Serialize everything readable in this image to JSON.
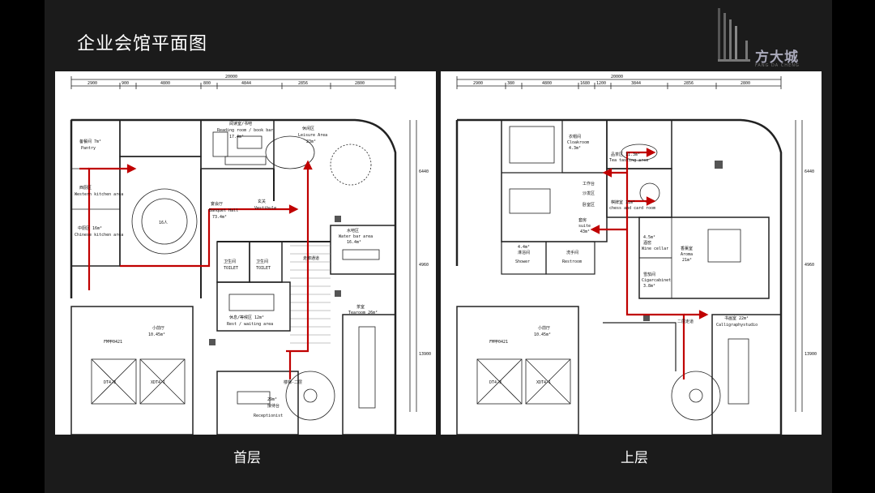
{
  "slide": {
    "title": "企业会馆平面图",
    "logo": {
      "brand": "方大城",
      "sub": "FANG DA CHENG"
    },
    "colors": {
      "background": "#1b1b1b",
      "route": "#c00000",
      "plan_bg": "#ffffff"
    }
  },
  "ground_floor": {
    "caption": "首层",
    "dimensions": {
      "total": "20000",
      "segments": [
        "2900",
        "900",
        "4800",
        "800",
        "4844",
        "2856",
        "2800"
      ],
      "side": [
        "6440",
        "4960",
        "13900"
      ]
    },
    "rooms": {
      "pantry": {
        "cn": "备餐间 7m²",
        "en": "Pantry"
      },
      "western_kitchen": {
        "cn": "西厨区",
        "en": "Western kitchen area"
      },
      "chinese_kitchen": {
        "cn": "中厨区 16m²",
        "en": "Chinese kitchen area"
      },
      "reading_room": {
        "cn": "阅读室/书吧",
        "en": "Reading room / book bar",
        "area": "17.4m²"
      },
      "leisure": {
        "cn": "休闲区",
        "en": "Leisure Area",
        "area": "23m²"
      },
      "banquet": {
        "cn": "宴会厅",
        "en": "Banquet Hall",
        "area": "73.4m²"
      },
      "table_label": "16人",
      "vestibule": {
        "cn": "玄关",
        "en": "Vestibule"
      },
      "water_bar": {
        "cn": "水吧区",
        "en": "Water bar area",
        "area": "16.4m²"
      },
      "toilet_1": {
        "cn": "卫生间",
        "en": "TOILET"
      },
      "toilet_2": {
        "cn": "卫生间",
        "en": "TOILET"
      },
      "rest_area": {
        "cn": "休息/等候区 12m²",
        "en": "Rest / waiting area"
      },
      "tearoom": {
        "cn": "茶室",
        "en": "Tearoom 26m²"
      },
      "reception": {
        "cn": "接待台",
        "en": "Receptionist",
        "area": "29m²"
      },
      "corridor": "走廊通道",
      "stair": "楼梯-二层",
      "lobby": {
        "cn": "小前厅",
        "area": "10.45m²"
      },
      "fm": "FM甲0421",
      "shafts": [
        "DT4-3",
        "XDT4-1"
      ]
    }
  },
  "upper_floor": {
    "caption": "上层",
    "dimensions": {
      "total": "20000",
      "segments": [
        "2900",
        "380",
        "4800",
        "1680",
        "1200",
        "3844",
        "2856",
        "2800"
      ],
      "side": [
        "6440",
        "4960",
        "13900"
      ]
    },
    "rooms": {
      "cloakroom": {
        "cn": "衣帽间",
        "en": "Cloakroom",
        "area": "4.3m²"
      },
      "tea_tasting": {
        "cn": "品茶区 11.3m²",
        "en": "Tea tasting area"
      },
      "suite": {
        "cn": "套房",
        "en": "suite",
        "area": "43m²"
      },
      "desk": "工作台",
      "sofa": "沙发区",
      "sleep": "卧室区",
      "chess": {
        "cn": "棋牌室 11m²",
        "en": "chess and card room"
      },
      "shower": {
        "cn": "淋浴间",
        "en": "Shower",
        "area": "4.4m²"
      },
      "restroom": {
        "cn": "洗手间",
        "en": "Restroom"
      },
      "wine_cellar": {
        "cn": "酒窖",
        "en": "Wine cellar",
        "area": "4.5m²"
      },
      "cigar": {
        "cn": "雪茄间",
        "en": "Cigarcabinet",
        "area": "3.8m²"
      },
      "aroma": {
        "cn": "香薰室",
        "en": "Aroma",
        "area": "21m²"
      },
      "calligraphy": {
        "cn": "书画室 22m²",
        "en": "Calligraphystudio"
      },
      "landing": "二层走道",
      "lobby": {
        "cn": "小前厅",
        "area": "10.45m²"
      },
      "fm": "FM甲0421",
      "shafts": [
        "DT4-3",
        "XDT4-1"
      ]
    }
  }
}
